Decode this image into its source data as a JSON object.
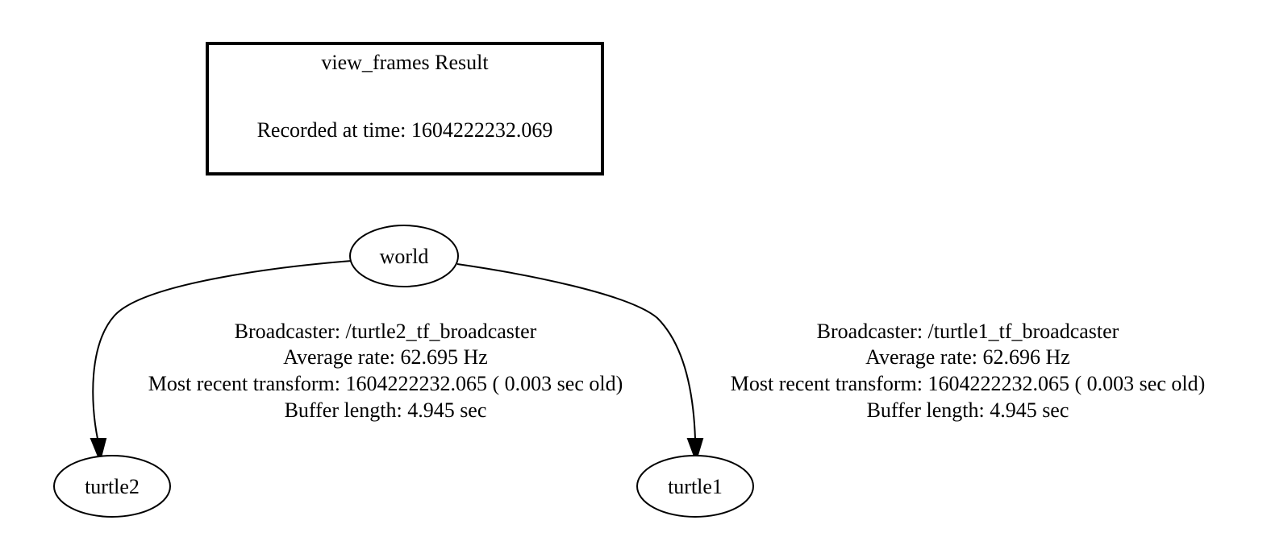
{
  "legend": {
    "title": "view_frames Result",
    "recorded": "Recorded at time: 1604222232.069"
  },
  "nodes": {
    "world": "world",
    "turtle2": "turtle2",
    "turtle1": "turtle1"
  },
  "edges": [
    {
      "from": "world",
      "to": "turtle2",
      "broadcaster": "Broadcaster: /turtle2_tf_broadcaster",
      "rate": "Average rate: 62.695 Hz",
      "recent": "Most recent transform: 1604222232.065 ( 0.003 sec old)",
      "buffer": "Buffer length: 4.945 sec"
    },
    {
      "from": "world",
      "to": "turtle1",
      "broadcaster": "Broadcaster: /turtle1_tf_broadcaster",
      "rate": "Average rate: 62.696 Hz",
      "recent": "Most recent transform: 1604222232.065 ( 0.003 sec old)",
      "buffer": "Buffer length: 4.945 sec"
    }
  ]
}
